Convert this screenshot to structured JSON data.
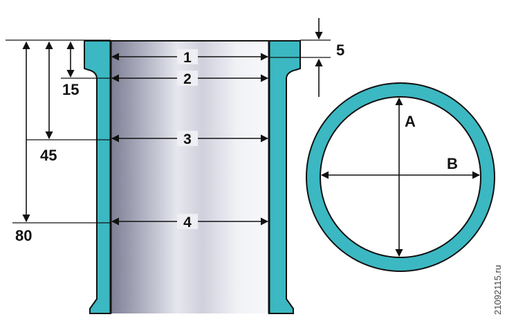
{
  "colors": {
    "wall": "#3bb8c2",
    "outline": "#111111",
    "bore_dark": "#7d7e93",
    "bore_light": "#f4f5f8",
    "background": "#ffffff"
  },
  "depth_labels": {
    "d5": "5",
    "d15": "15",
    "d45": "45",
    "d80": "80"
  },
  "belt_labels": [
    "1",
    "2",
    "3",
    "4"
  ],
  "axis_labels": {
    "a": "A",
    "b": "B"
  },
  "watermark": "21092115.ru"
}
